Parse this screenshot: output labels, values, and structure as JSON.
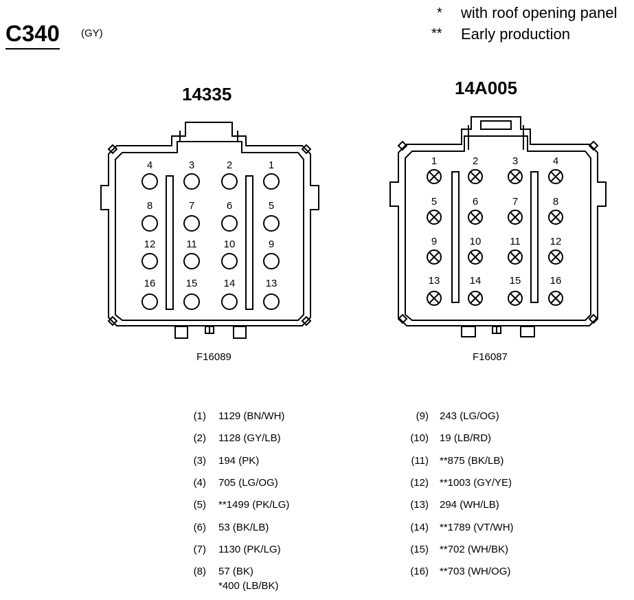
{
  "header": {
    "title": "C340",
    "color_code": "(GY)"
  },
  "notes": [
    {
      "symbol": "*",
      "text": "with roof opening panel"
    },
    {
      "symbol": "**",
      "text": "Early production"
    }
  ],
  "connectors": [
    {
      "part_number": "14335",
      "figure": "F16089",
      "pin_labels": [
        "4",
        "3",
        "2",
        "1",
        "8",
        "7",
        "6",
        "5",
        "12",
        "11",
        "10",
        "9",
        "16",
        "15",
        "14",
        "13"
      ]
    },
    {
      "part_number": "14A005",
      "figure": "F16087",
      "pin_labels": [
        "1",
        "2",
        "3",
        "4",
        "5",
        "6",
        "7",
        "8",
        "9",
        "10",
        "11",
        "12",
        "13",
        "14",
        "15",
        "16"
      ]
    }
  ],
  "pinout_left": [
    {
      "pin": "(1)",
      "circuit": "1129 (BN/WH)"
    },
    {
      "pin": "(2)",
      "circuit": "1128 (GY/LB)"
    },
    {
      "pin": "(3)",
      "circuit": "194 (PK)"
    },
    {
      "pin": "(4)",
      "circuit": "705 (LG/OG)"
    },
    {
      "pin": "(5)",
      "circuit": "**1499 (PK/LG)"
    },
    {
      "pin": "(6)",
      "circuit": "53 (BK/LB)"
    },
    {
      "pin": "(7)",
      "circuit": "1130 (PK/LG)"
    },
    {
      "pin": "(8)",
      "circuit": "57 (BK)",
      "circuit_extra": "*400 (LB/BK)"
    }
  ],
  "pinout_right": [
    {
      "pin": "(9)",
      "circuit": "243 (LG/OG)"
    },
    {
      "pin": "(10)",
      "circuit": "19 (LB/RD)"
    },
    {
      "pin": "(11)",
      "circuit": "**875 (BK/LB)"
    },
    {
      "pin": "(12)",
      "circuit": "**1003 (GY/YE)"
    },
    {
      "pin": "(13)",
      "circuit": "294 (WH/LB)"
    },
    {
      "pin": "(14)",
      "circuit": "**1789 (VT/WH)"
    },
    {
      "pin": "(15)",
      "circuit": "**702 (WH/BK)"
    },
    {
      "pin": "(16)",
      "circuit": "**703 (WH/OG)"
    }
  ]
}
